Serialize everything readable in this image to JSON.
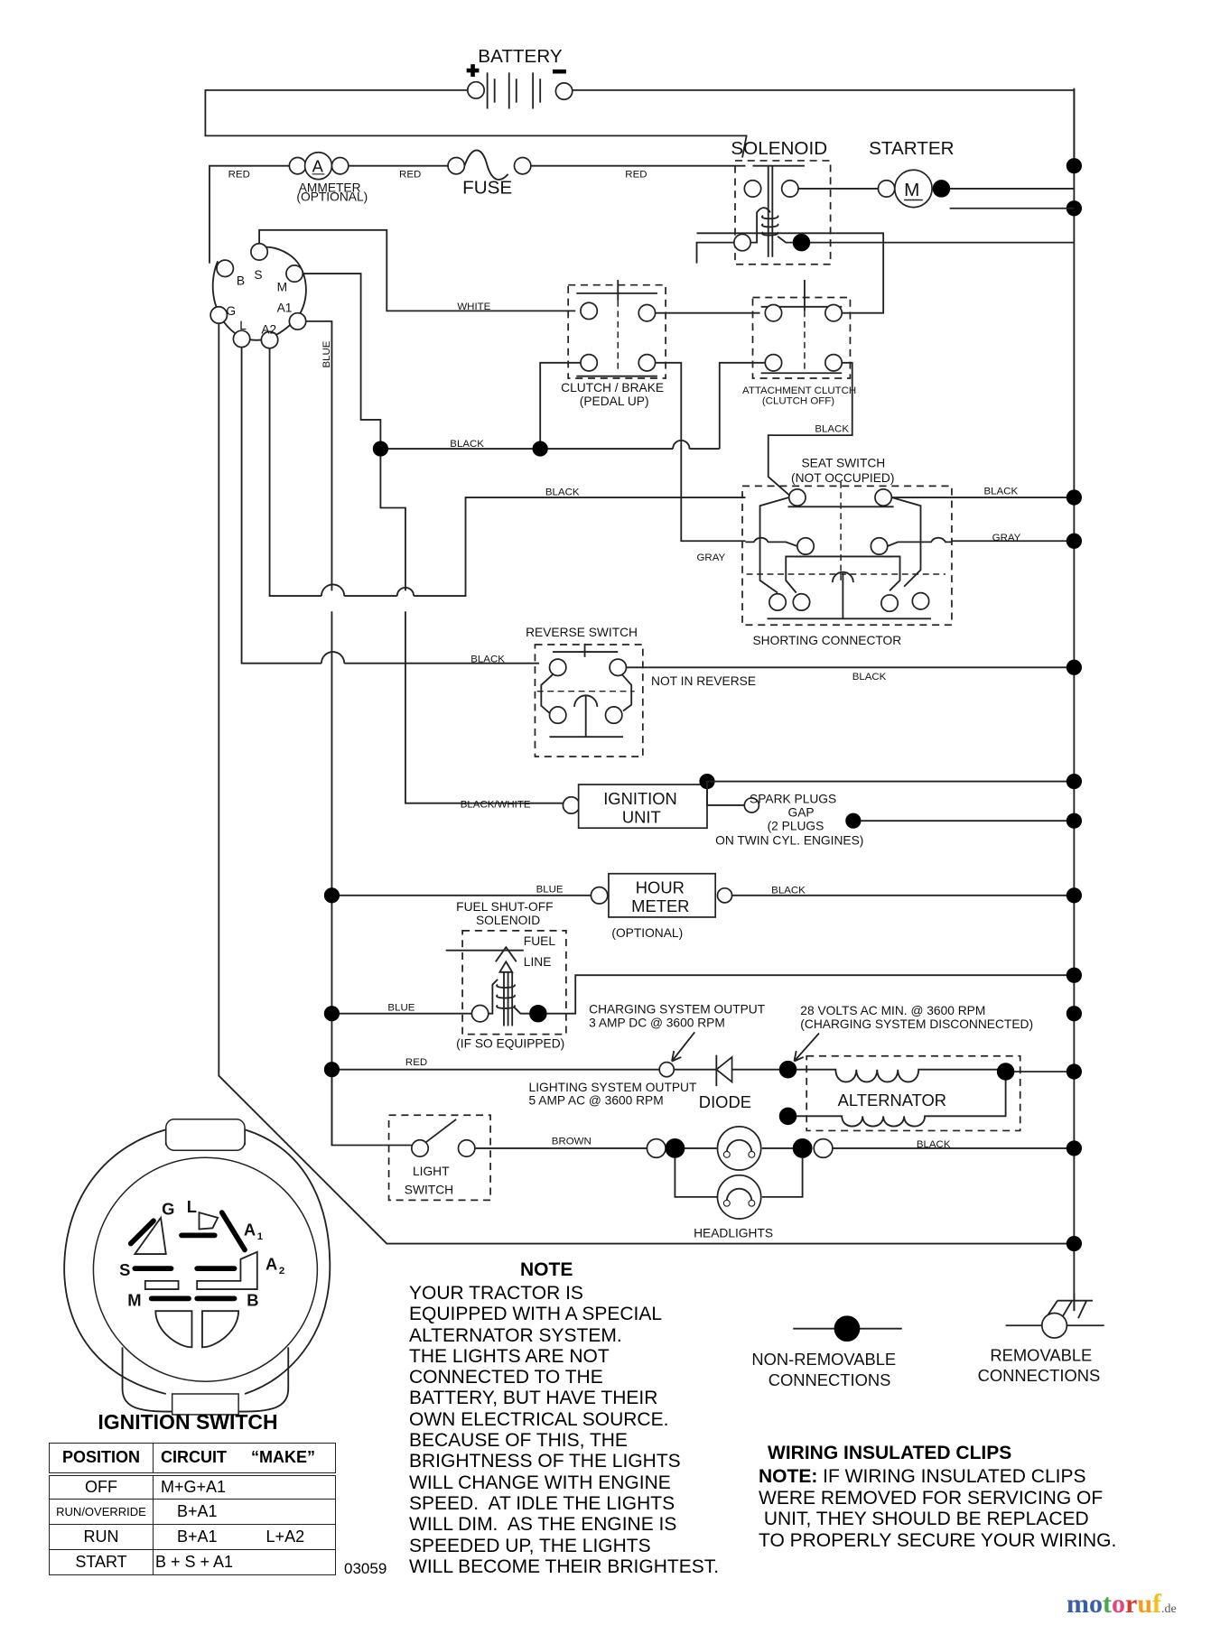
{
  "title": "Riding Tractor Wiring Schematic",
  "components": {
    "battery": "BATTERY",
    "battery_pos": "+",
    "battery_neg": "-",
    "ammeter_symbol": "A",
    "ammeter": "AMMETER",
    "ammeter_optional": "(OPTIONAL)",
    "fuse": "FUSE",
    "solenoid": "SOLENOID",
    "starter": "STARTER",
    "starter_symbol": "M",
    "clutch_brake": "CLUTCH / BRAKE",
    "clutch_brake_sub": "(PEDAL UP)",
    "attachment_clutch": "ATTACHMENT CLUTCH",
    "attachment_clutch_sub": "(CLUTCH OFF)",
    "seat_switch": "SEAT SWITCH",
    "seat_switch_sub": "(NOT OCCUPIED)",
    "shorting_connector": "SHORTING CONNECTOR",
    "reverse_switch": "REVERSE SWITCH",
    "not_in_reverse": "NOT IN REVERSE",
    "ignition_unit_1": "IGNITION",
    "ignition_unit_2": "UNIT",
    "spark_1": "SPARK PLUGS",
    "spark_2": "GAP",
    "spark_3": "(2 PLUGS",
    "spark_4": "ON TWIN CYL. ENGINES)",
    "hour_meter_1": "HOUR",
    "hour_meter_2": "METER",
    "hour_meter_optional": "(OPTIONAL)",
    "fuel_solenoid_1": "FUEL SHUT-OFF",
    "fuel_solenoid_2": "SOLENOID",
    "fuel_line_1": "FUEL",
    "fuel_line_2": "LINE",
    "if_equipped": "(IF SO EQUIPPED)",
    "charging_1": "CHARGING SYSTEM OUTPUT",
    "charging_2": "3 AMP DC @ 3600 RPM",
    "volts_1": "28 VOLTS AC MIN. @ 3600 RPM",
    "volts_2": "(CHARGING SYSTEM DISCONNECTED)",
    "lighting_1": "LIGHTING SYSTEM OUTPUT",
    "lighting_2": "5 AMP AC @ 3600 RPM",
    "diode": "DIODE",
    "alternator": "ALTERNATOR",
    "light_switch_1": "LIGHT",
    "light_switch_2": "SWITCH",
    "headlights": "HEADLIGHTS"
  },
  "terminals": [
    "B",
    "S",
    "M",
    "G",
    "A1",
    "L",
    "A2"
  ],
  "wire_colors": {
    "red": "RED",
    "white": "WHITE",
    "blue": "BLUE",
    "black": "BLACK",
    "gray": "GRAY",
    "black_white": "BLACK/WHITE",
    "brown": "BROWN"
  },
  "ignition_switch": {
    "title": "IGNITION SWITCH",
    "face_labels": {
      "G": "G",
      "L": "L",
      "A1": "A",
      "A1_sub": "1",
      "A2": "A",
      "A2_sub": "2",
      "S": "S",
      "M": "M",
      "B": "B"
    },
    "table": {
      "headers": [
        "POSITION",
        "CIRCUIT",
        "“MAKE”"
      ],
      "rows": [
        {
          "position": "OFF",
          "circuit": "M+G+A1",
          "make": ""
        },
        {
          "position": "RUN/OVERRIDE",
          "circuit": "B+A1",
          "make": ""
        },
        {
          "position": "RUN",
          "circuit": "B+A1",
          "make": "L+A2"
        },
        {
          "position": "START",
          "circuit": "B + S + A1",
          "make": ""
        }
      ]
    },
    "code": "03059"
  },
  "note": {
    "title": "NOTE",
    "lines": [
      "YOUR TRACTOR IS",
      "EQUIPPED WITH A SPECIAL",
      "ALTERNATOR SYSTEM.",
      "THE LIGHTS ARE NOT",
      "CONNECTED TO THE",
      "BATTERY, BUT HAVE THEIR",
      "OWN ELECTRICAL SOURCE.",
      "BECAUSE OF THIS, THE",
      "BRIGHTNESS OF THE LIGHTS",
      "WILL CHANGE WITH ENGINE",
      "SPEED.  AT IDLE THE LIGHTS",
      "WILL DIM.  AS THE ENGINE IS",
      "SPEEDED UP, THE LIGHTS",
      "WILL BECOME THEIR BRIGHTEST."
    ]
  },
  "legend": {
    "non_removable_1": "NON-REMOVABLE",
    "non_removable_2": "CONNECTIONS",
    "removable_1": "REMOVABLE",
    "removable_2": "CONNECTIONS"
  },
  "clips": {
    "title": "WIRING INSULATED CLIPS",
    "note_label": "NOTE:",
    "lines": [
      " IF WIRING INSULATED CLIPS",
      "WERE REMOVED FOR SERVICING OF",
      " UNIT, THEY SHOULD BE REPLACED",
      "TO PROPERLY SECURE YOUR WIRING."
    ]
  },
  "watermark": {
    "letters": [
      "m",
      "o",
      "t",
      "o",
      "r",
      "u",
      "f"
    ],
    "colors": [
      "#3b5ea8",
      "#3b5ea8",
      "#4aa84a",
      "#e0457b",
      "#d9382f",
      "#f0a020",
      "#f0c020"
    ],
    "suffix": ".de"
  }
}
